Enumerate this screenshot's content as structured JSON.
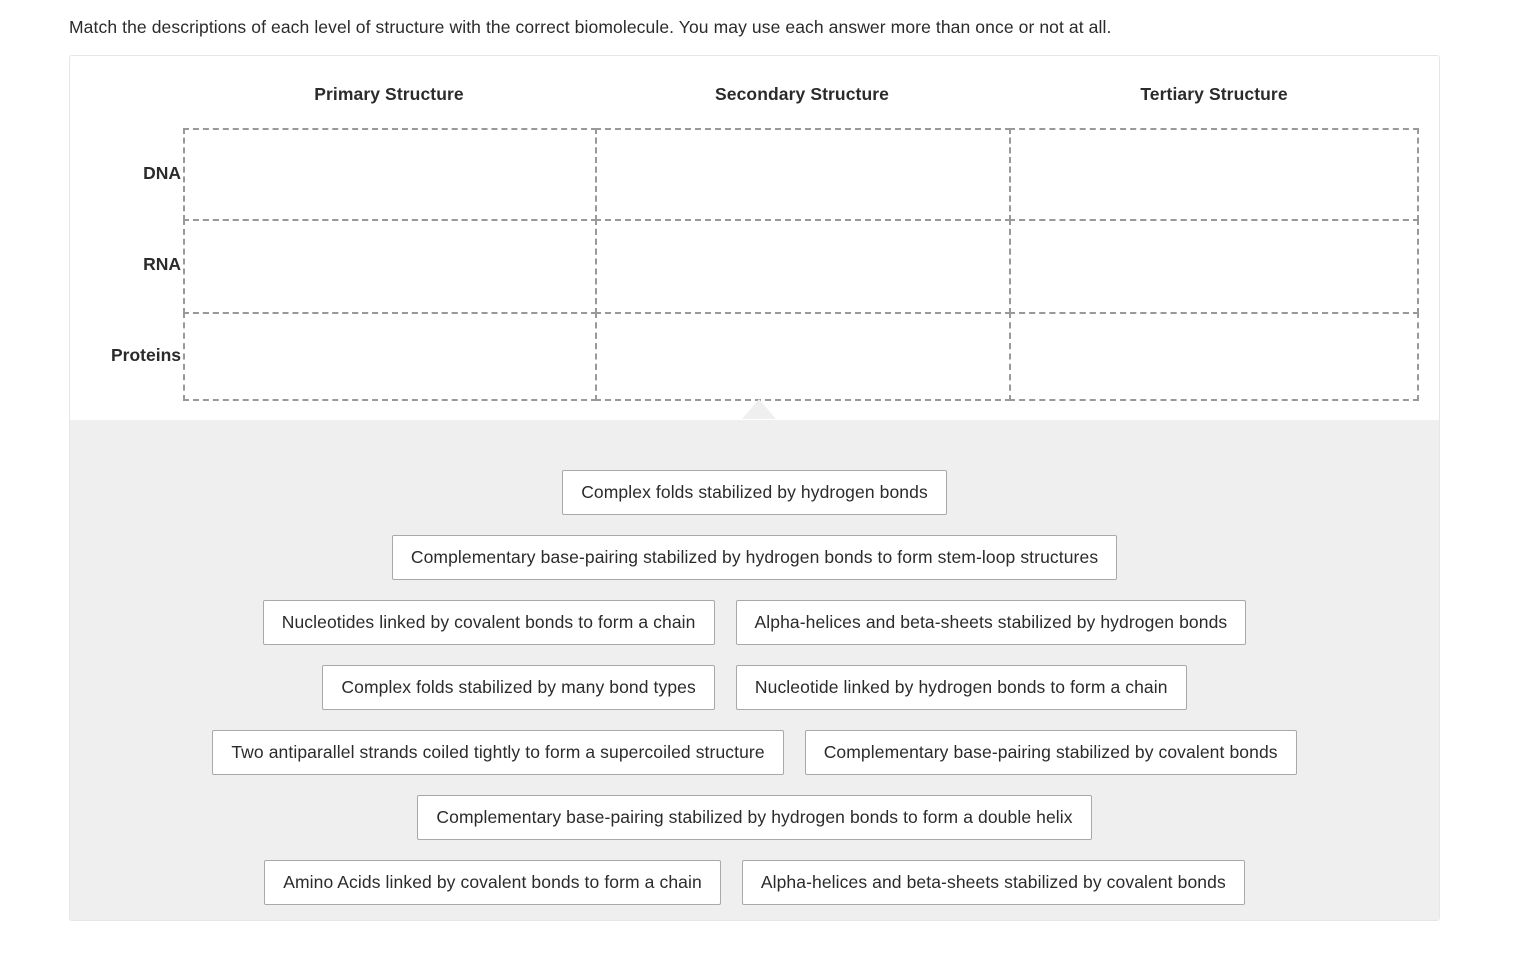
{
  "prompt": "Match the descriptions of each level of structure with the correct biomolecule. You may use each answer more than once or not at all.",
  "matrix": {
    "column_headers": [
      "Primary Structure",
      "Secondary Structure",
      "Tertiary Structure"
    ],
    "row_labels": [
      "DNA",
      "RNA",
      "Proteins"
    ],
    "cells": [
      [
        "",
        "",
        ""
      ],
      [
        "",
        "",
        ""
      ],
      [
        "",
        "",
        ""
      ]
    ]
  },
  "answer_bank": {
    "rows": [
      [
        "Complex folds stabilized by hydrogen bonds"
      ],
      [
        "Complementary base-pairing stabilized by hydrogen bonds to form stem-loop structures"
      ],
      [
        "Nucleotides linked by covalent bonds to form a chain",
        "Alpha-helices and beta-sheets stabilized by hydrogen bonds"
      ],
      [
        "Complex folds stabilized by many bond types",
        "Nucleotide linked by hydrogen bonds to form a chain"
      ],
      [
        "Two antiparallel strands coiled tightly to form a supercoiled structure",
        "Complementary base-pairing stabilized by covalent bonds"
      ],
      [
        "Complementary base-pairing stabilized by hydrogen bonds to form a double helix"
      ],
      [
        "Amino Acids linked by covalent bonds to form a chain",
        "Alpha-helices and beta-sheets stabilized by covalent bonds"
      ]
    ]
  },
  "colors": {
    "page_background": "#ffffff",
    "card_border": "#e6e6e6",
    "bank_background": "#efefef",
    "dropzone_border": "#999999",
    "tile_border": "#a9a9a9",
    "text": "#2b2b2b"
  }
}
